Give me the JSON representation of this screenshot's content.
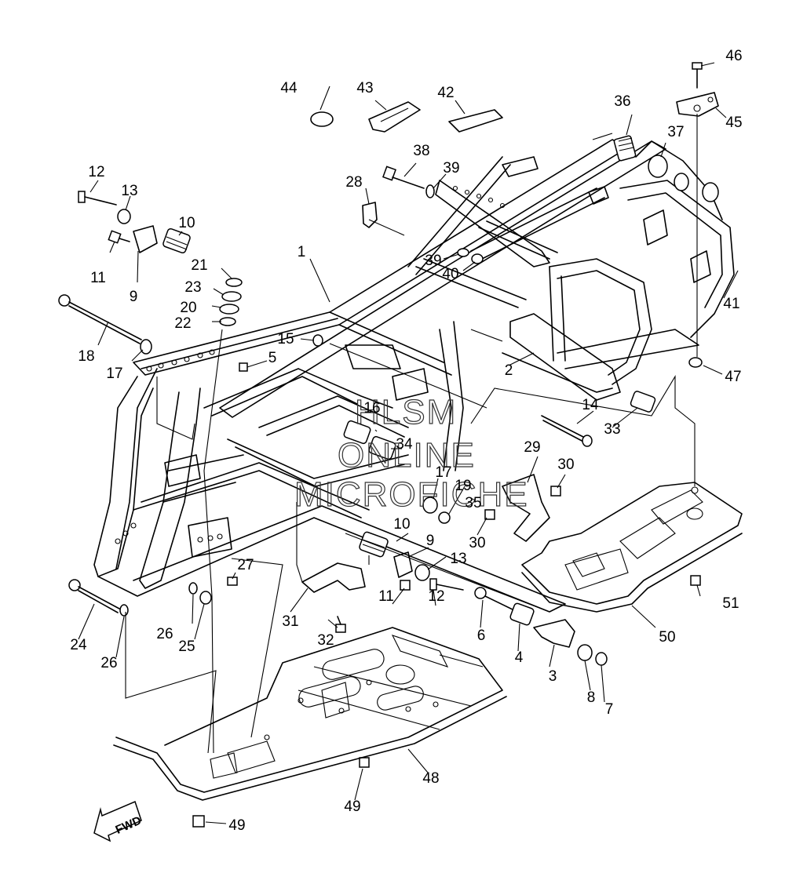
{
  "watermark": {
    "line1": "HLSM",
    "line2": "ONLINE",
    "line3": "MICROFICHE"
  },
  "fwd_arrow": {
    "label": "FWD"
  },
  "part_callouts": [
    {
      "id": "1",
      "label": "1"
    },
    {
      "id": "2",
      "label": "2"
    },
    {
      "id": "3",
      "label": "3"
    },
    {
      "id": "4",
      "label": "4"
    },
    {
      "id": "5",
      "label": "5"
    },
    {
      "id": "6",
      "label": "6"
    },
    {
      "id": "7",
      "label": "7"
    },
    {
      "id": "8",
      "label": "8"
    },
    {
      "id": "9a",
      "label": "9"
    },
    {
      "id": "9b",
      "label": "9"
    },
    {
      "id": "10a",
      "label": "10"
    },
    {
      "id": "10b",
      "label": "10"
    },
    {
      "id": "11a",
      "label": "11"
    },
    {
      "id": "11b",
      "label": "11"
    },
    {
      "id": "12a",
      "label": "12"
    },
    {
      "id": "12b",
      "label": "12"
    },
    {
      "id": "13a",
      "label": "13"
    },
    {
      "id": "13b",
      "label": "13"
    },
    {
      "id": "14",
      "label": "14"
    },
    {
      "id": "15",
      "label": "15"
    },
    {
      "id": "16",
      "label": "16"
    },
    {
      "id": "17a",
      "label": "17"
    },
    {
      "id": "17b",
      "label": "17"
    },
    {
      "id": "18",
      "label": "18"
    },
    {
      "id": "19",
      "label": "19"
    },
    {
      "id": "20",
      "label": "20"
    },
    {
      "id": "21",
      "label": "21"
    },
    {
      "id": "22",
      "label": "22"
    },
    {
      "id": "23",
      "label": "23"
    },
    {
      "id": "24",
      "label": "24"
    },
    {
      "id": "25",
      "label": "25"
    },
    {
      "id": "26a",
      "label": "26"
    },
    {
      "id": "26b",
      "label": "26"
    },
    {
      "id": "27",
      "label": "27"
    },
    {
      "id": "28",
      "label": "28"
    },
    {
      "id": "29",
      "label": "29"
    },
    {
      "id": "30a",
      "label": "30"
    },
    {
      "id": "30b",
      "label": "30"
    },
    {
      "id": "31",
      "label": "31"
    },
    {
      "id": "32",
      "label": "32"
    },
    {
      "id": "33",
      "label": "33"
    },
    {
      "id": "34",
      "label": "34"
    },
    {
      "id": "35",
      "label": "35"
    },
    {
      "id": "36",
      "label": "36"
    },
    {
      "id": "37",
      "label": "37"
    },
    {
      "id": "38",
      "label": "38"
    },
    {
      "id": "39a",
      "label": "39"
    },
    {
      "id": "39b",
      "label": "39"
    },
    {
      "id": "40",
      "label": "40"
    },
    {
      "id": "41",
      "label": "41"
    },
    {
      "id": "42",
      "label": "42"
    },
    {
      "id": "43",
      "label": "43"
    },
    {
      "id": "44",
      "label": "44"
    },
    {
      "id": "45",
      "label": "45"
    },
    {
      "id": "46",
      "label": "46"
    },
    {
      "id": "47",
      "label": "47"
    },
    {
      "id": "48",
      "label": "48"
    },
    {
      "id": "49a",
      "label": "49"
    },
    {
      "id": "49b",
      "label": "49"
    },
    {
      "id": "50",
      "label": "50"
    },
    {
      "id": "51",
      "label": "51"
    }
  ]
}
